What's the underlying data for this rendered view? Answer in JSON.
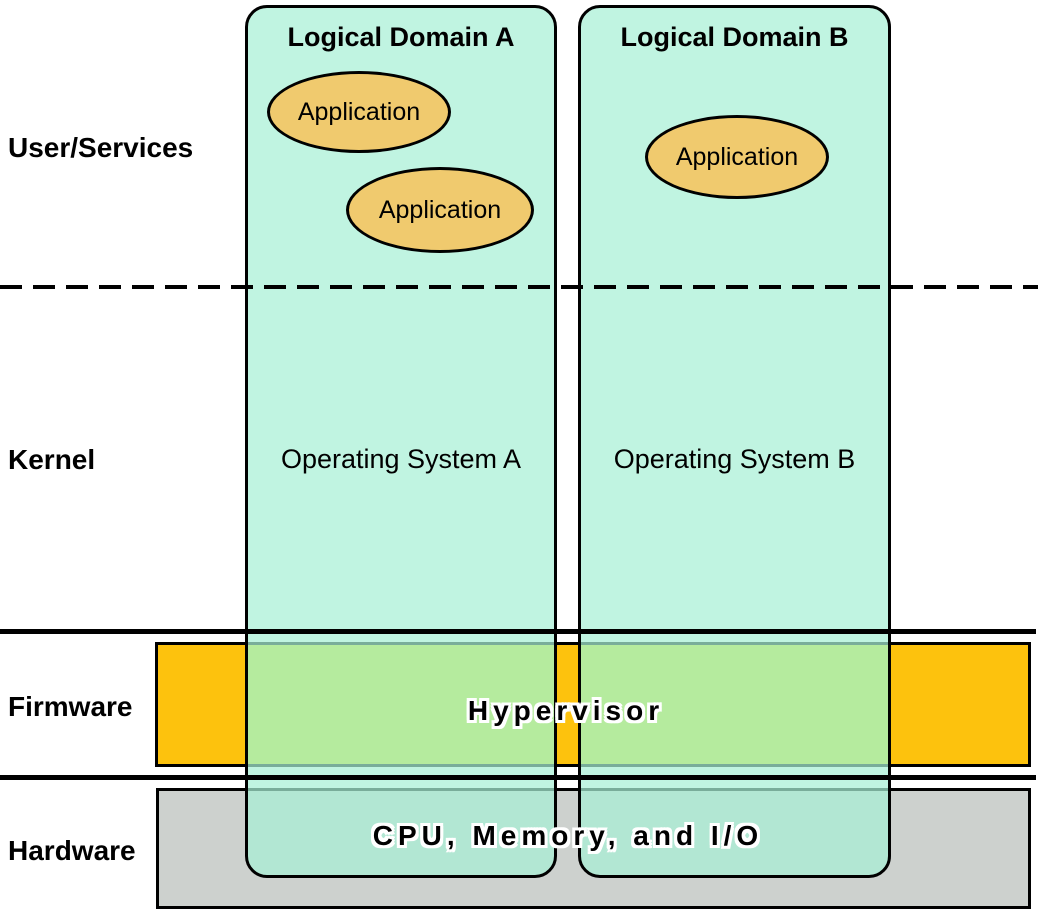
{
  "layers": [
    {
      "label": "User/Services"
    },
    {
      "label": "Kernel"
    },
    {
      "label": "Firmware"
    },
    {
      "label": "Hardware"
    }
  ],
  "domains": [
    {
      "title": "Logical Domain A",
      "os": "Operating System A",
      "applications": [
        "Application",
        "Application"
      ]
    },
    {
      "title": "Logical Domain B",
      "os": "Operating System B",
      "applications": [
        "Application"
      ]
    }
  ],
  "firmware": {
    "hypervisor_label": "Hypervisor"
  },
  "hardware": {
    "label": "CPU, Memory, and I/O"
  },
  "colors": {
    "domain_fill": "#c0f4e1",
    "application_fill": "#f0ca6e",
    "firmware_orange": "#fdc20d",
    "hypervisor_green": "#b5eb9e",
    "hardware_gray": "#cdd1ce",
    "line_black": "#000000"
  }
}
